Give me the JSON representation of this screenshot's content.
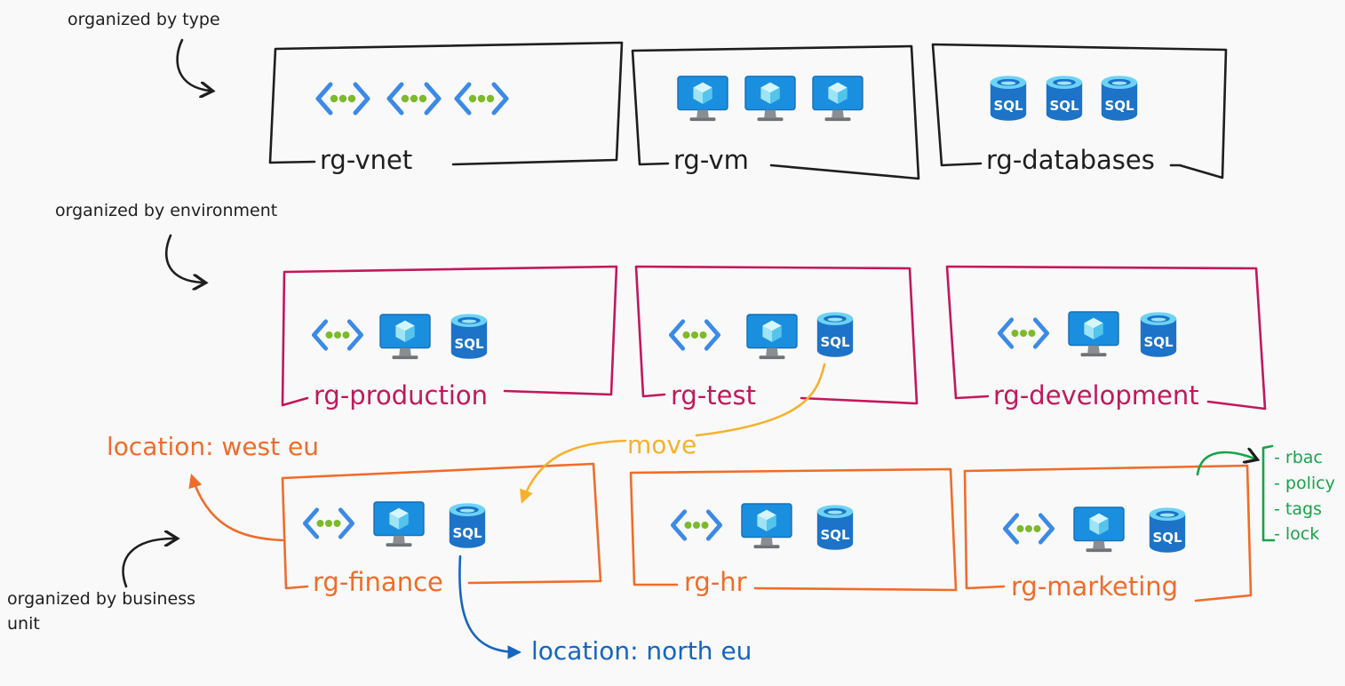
{
  "colors": {
    "ink": "#1e1e1e",
    "environment": "#c2185b",
    "business": "#f06c2a",
    "move": "#f7b12c",
    "north": "#1565c0",
    "governance": "#17a34a",
    "vnet_chevron": "#3b8ae6",
    "vnet_dot": "#7cba2a",
    "vm_screen": "#1b8fdf",
    "sql_body": "#1c73c8"
  },
  "notes": {
    "by_type": "organized by type",
    "by_environment": "organized by environment",
    "by_business_unit_line1": "organized by business",
    "by_business_unit_line2": "unit"
  },
  "groups": {
    "type": [
      {
        "label": "rg-vnet",
        "icons": [
          "vnet-icon",
          "vnet-icon",
          "vnet-icon"
        ]
      },
      {
        "label": "rg-vm",
        "icons": [
          "vm-icon",
          "vm-icon",
          "vm-icon"
        ]
      },
      {
        "label": "rg-databases",
        "icons": [
          "sql-icon",
          "sql-icon",
          "sql-icon"
        ]
      }
    ],
    "environment": [
      {
        "label": "rg-production",
        "icons": [
          "vnet-icon",
          "vm-icon",
          "sql-icon"
        ]
      },
      {
        "label": "rg-test",
        "icons": [
          "vnet-icon",
          "vm-icon",
          "sql-icon"
        ]
      },
      {
        "label": "rg-development",
        "icons": [
          "vnet-icon",
          "vm-icon",
          "sql-icon"
        ]
      }
    ],
    "business": [
      {
        "label": "rg-finance",
        "icons": [
          "vnet-icon",
          "vm-icon",
          "sql-icon"
        ]
      },
      {
        "label": "rg-hr",
        "icons": [
          "vnet-icon",
          "vm-icon",
          "sql-icon"
        ]
      },
      {
        "label": "rg-marketing",
        "icons": [
          "vnet-icon",
          "vm-icon",
          "sql-icon"
        ]
      }
    ]
  },
  "icon_text": {
    "sql": "SQL"
  },
  "annotations": {
    "west": "location: west eu",
    "north": "location: north eu",
    "move": "move"
  },
  "governance": [
    "- rbac",
    "- policy",
    "- tags",
    "- lock"
  ]
}
